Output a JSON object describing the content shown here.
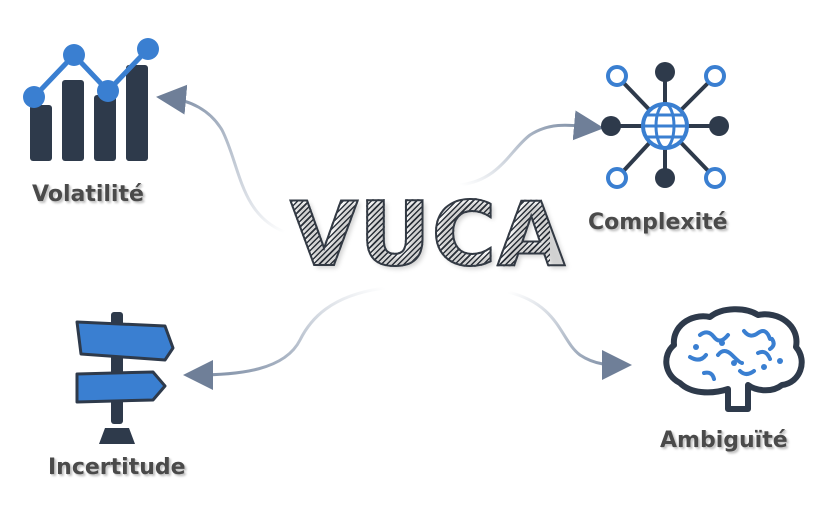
{
  "center": {
    "title": "VUCA"
  },
  "nodes": [
    {
      "label": "Volatilité",
      "icon": "bar-line-chart-icon"
    },
    {
      "label": "Complexité",
      "icon": "network-globe-icon"
    },
    {
      "label": "Incertitude",
      "icon": "signpost-icon"
    },
    {
      "label": "Ambiguïté",
      "icon": "brain-icon"
    }
  ],
  "colors": {
    "dark": "#2e3a4b",
    "blue": "#3a7fd1",
    "text": "#4a4a4a",
    "arrow": "#7f8fa6"
  }
}
